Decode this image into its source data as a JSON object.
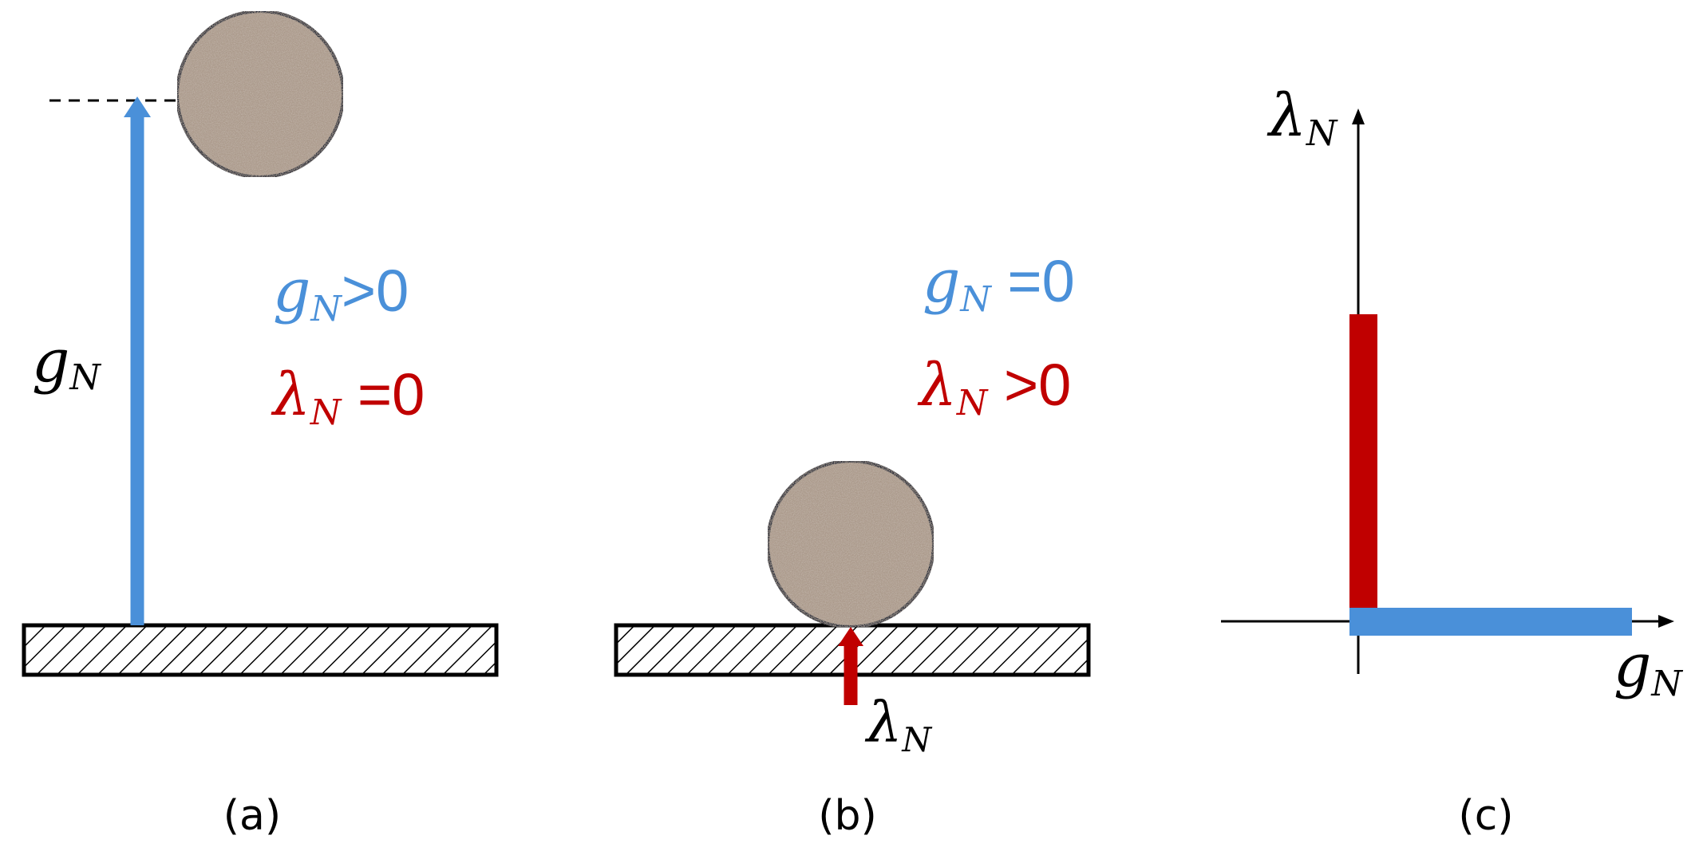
{
  "colors": {
    "gap": "#4a90d9",
    "force": "#c00000",
    "outline": "#000000",
    "ball_fill": "#ab9a8b"
  },
  "panel_a": {
    "gap_label_symbol": "g",
    "gap_label_sub": "N",
    "condition_gap": {
      "symbol": "g",
      "sub": "N",
      "relation": ">0"
    },
    "condition_force": {
      "symbol": "λ",
      "sub": "N",
      "relation": " =0"
    },
    "caption": "(a)"
  },
  "panel_b": {
    "condition_gap": {
      "symbol": "g",
      "sub": "N",
      "relation": " =0"
    },
    "condition_force": {
      "symbol": "λ",
      "sub": "N",
      "relation": " >0"
    },
    "force_label_symbol": "λ",
    "force_label_sub": "N",
    "caption": "(b)"
  },
  "panel_c": {
    "y_axis_symbol": "λ",
    "y_axis_sub": "N",
    "x_axis_symbol": "g",
    "x_axis_sub": "N",
    "caption": "(c)"
  }
}
